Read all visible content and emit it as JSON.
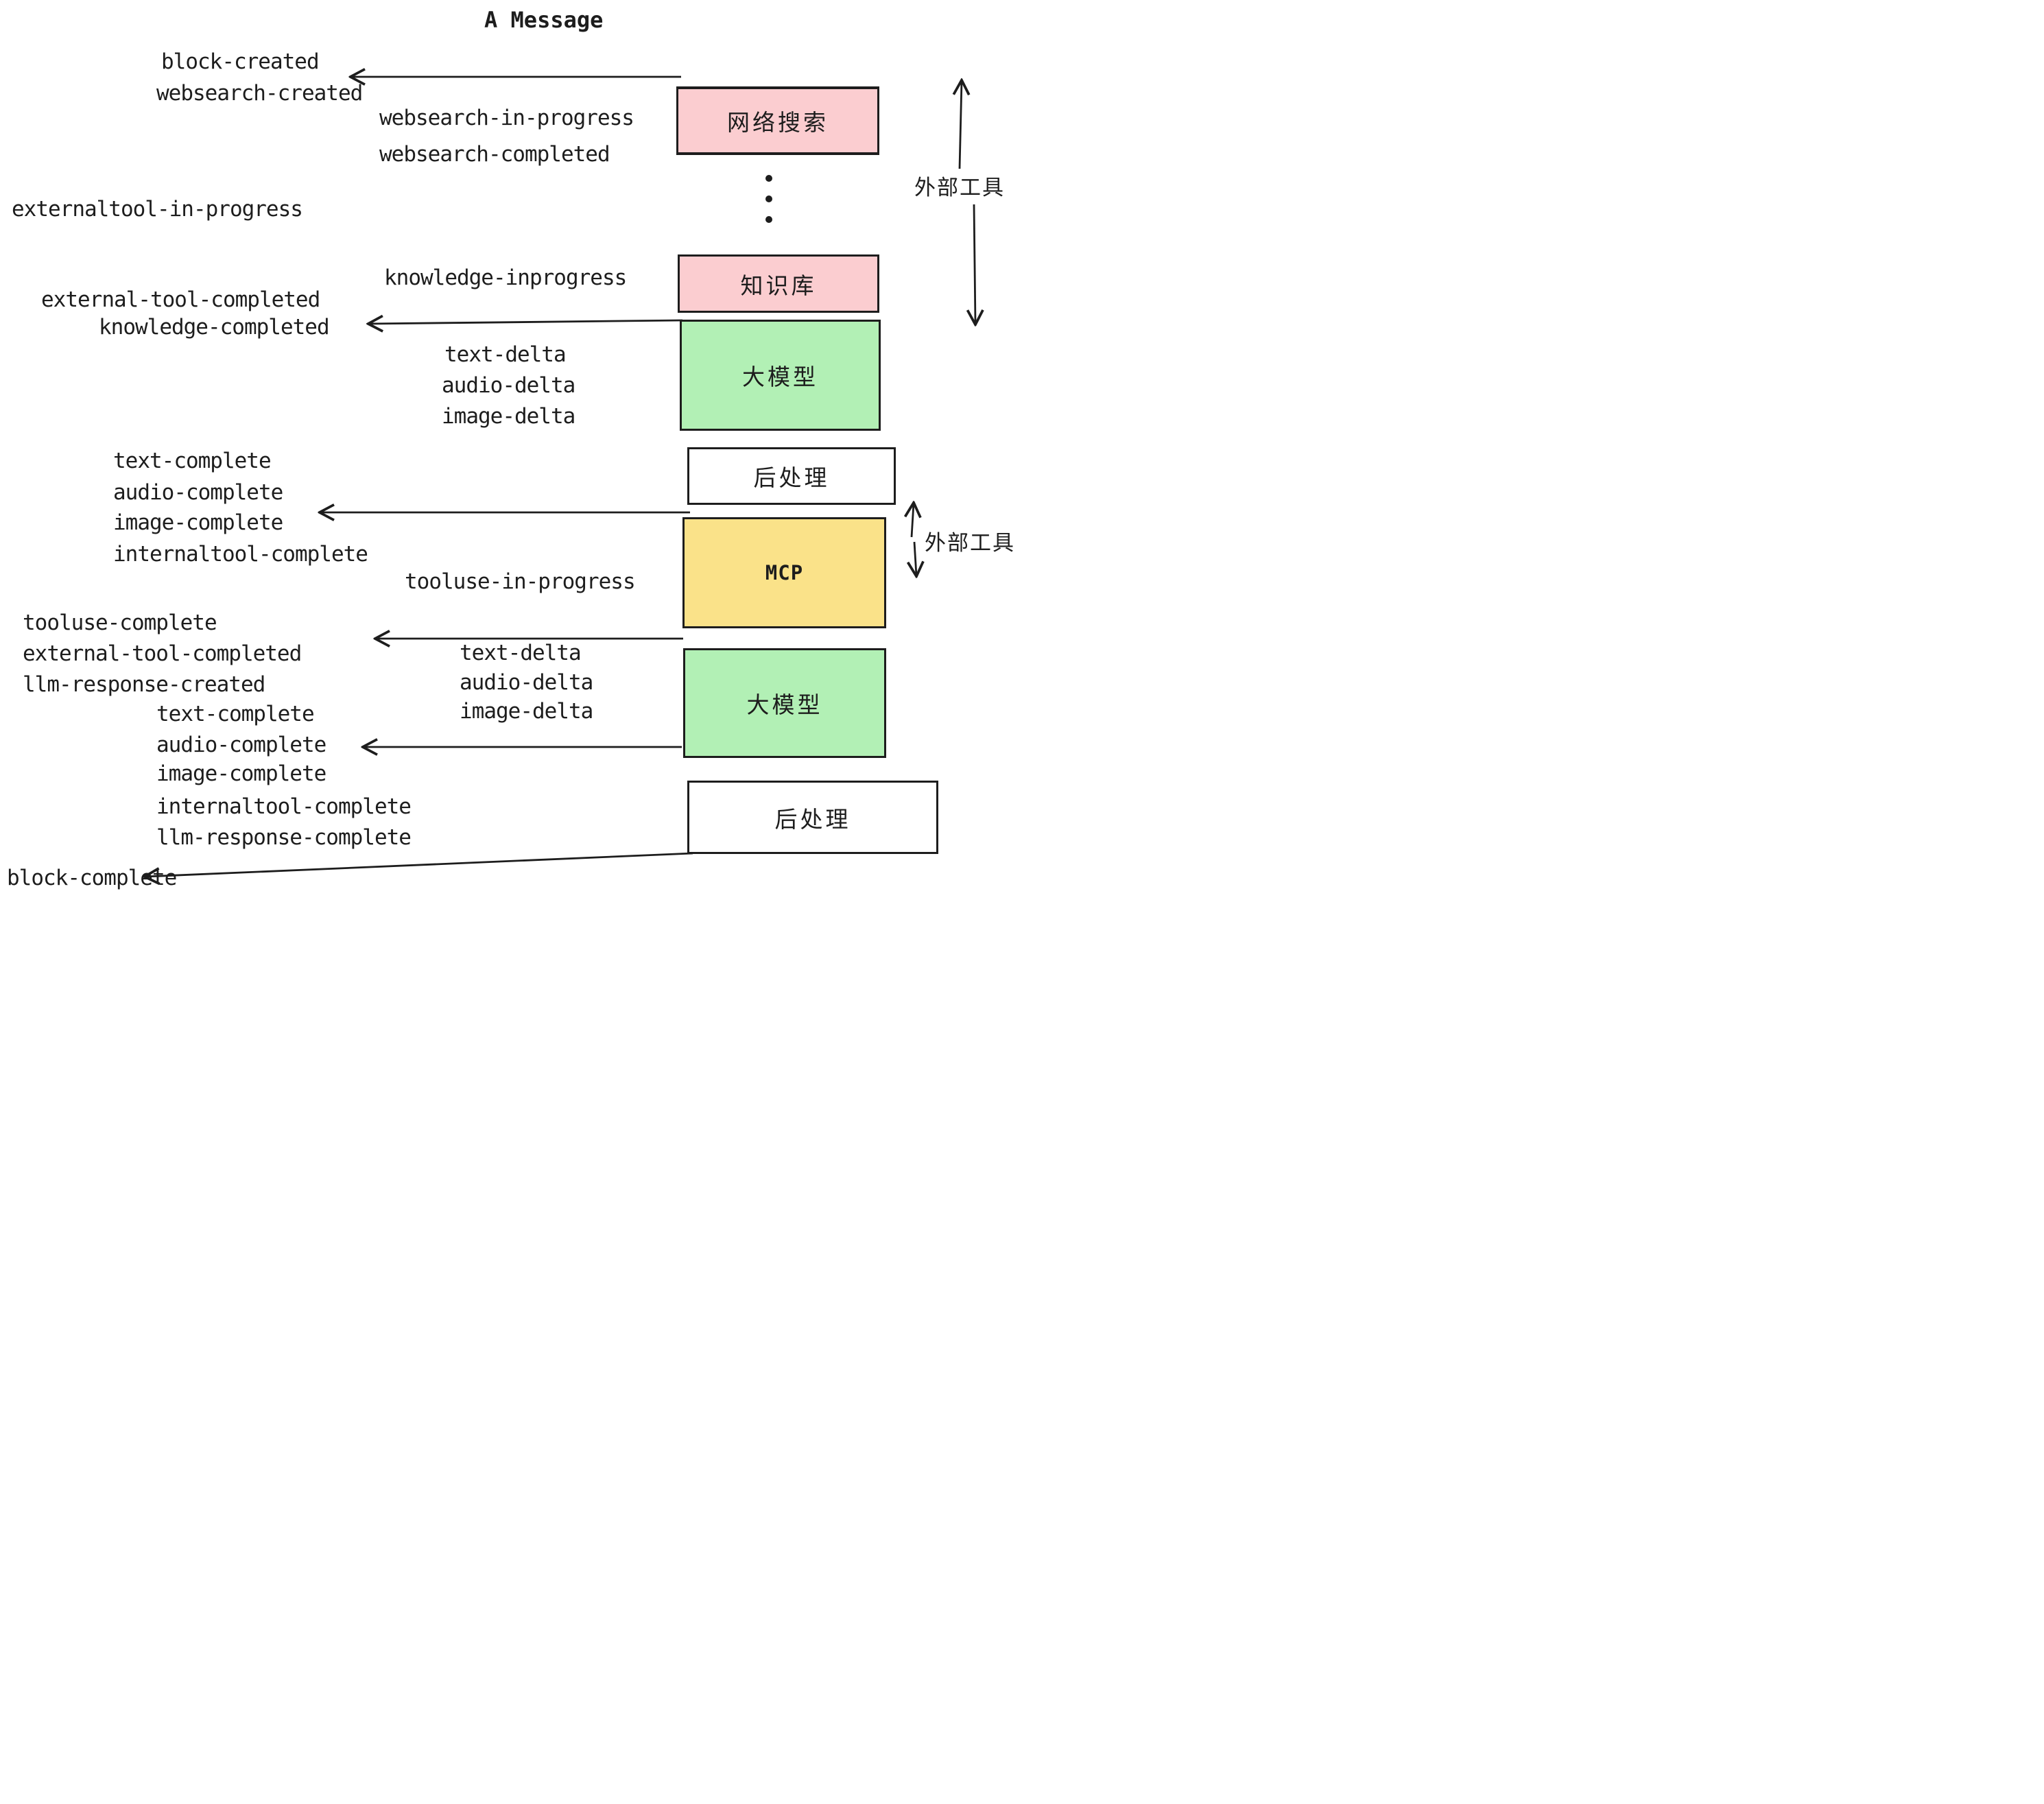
{
  "title": "A Message",
  "events": {
    "block_created": "block-created",
    "websearch_created": "websearch-created",
    "websearch_in_progress": "websearch-in-progress",
    "websearch_completed": "websearch-completed",
    "externaltool_in_progress": "externaltool-in-progress",
    "external_tool_completed": "external-tool-completed",
    "knowledge_inprogress": "knowledge-inprogress",
    "knowledge_completed": "knowledge-completed",
    "text_delta": "text-delta",
    "audio_delta": "audio-delta",
    "image_delta": "image-delta",
    "text_complete": "text-complete",
    "audio_complete": "audio-complete",
    "image_complete": "image-complete",
    "internaltool_complete": "internaltool-complete",
    "tooluse_in_progress": "tooluse-in-progress",
    "tooluse_complete": "tooluse-complete",
    "llm_response_created": "llm-response-created",
    "llm_response_complete": "llm-response-complete",
    "block_complete": "block-complete"
  },
  "boxes": {
    "websearch": {
      "label": "网络搜索",
      "fill": "#fbcdd0"
    },
    "knowledge": {
      "label": "知识库",
      "fill": "#fbcdd0"
    },
    "llm_top": {
      "label": "大模型",
      "fill": "#b2f0b5"
    },
    "post_top": {
      "label": "后处理",
      "fill": "#ffffff"
    },
    "mcp": {
      "label": "MCP",
      "fill": "#fae289"
    },
    "llm_bottom": {
      "label": "大模型",
      "fill": "#b2f0b5"
    },
    "post_bottom": {
      "label": "后处理",
      "fill": "#ffffff"
    }
  },
  "annotations": {
    "external_tools_top": "外部工具",
    "external_tools_mcp": "外部工具"
  },
  "colors": {
    "ink": "#1d1d1d",
    "pink": "#fbcdd0",
    "green": "#b2f0b5",
    "yellow": "#fae289",
    "background": "#ffffff"
  }
}
